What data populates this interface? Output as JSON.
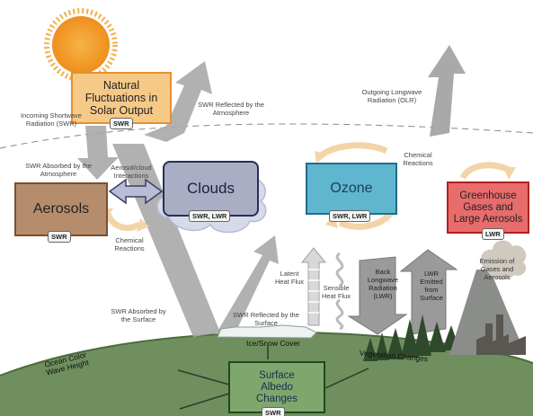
{
  "labels": {
    "natural_fluctuations": "Natural Fluctuations in Solar Output",
    "aerosols": "Aerosols",
    "clouds": "Clouds",
    "ozone": "Ozone",
    "greenhouse": "Greenhouse Gases and Large Aerosols",
    "surface_albedo": "Surface Albedo Changes",
    "incoming_swr": "Incoming Shortwave Radiation (SWR)",
    "swr_absorbed_atmosphere": "SWR Absorbed by the Atmosphere",
    "swr_reflected_atmosphere": "SWR Reflected by the Atmosphere",
    "aerosol_cloud": "Aerosol/cloud Interactions",
    "chemical_reactions_left": "Chemical Reactions",
    "chemical_reactions_right": "Chemical Reactions",
    "olr": "Outgoing Longwave Radiation (OLR)",
    "swr_absorbed_surface": "SWR Absorbed by the Surface",
    "swr_reflected_surface": "SWR Reflected by the Surface",
    "latent_heat": "Latent Heat Flux",
    "sensible_heat": "Sensible Heat Flux",
    "back_lwr": "Back Longwave Radiation (LWR)",
    "lwr_emitted": "LWR Emitted from Surface",
    "emission": "Emission of Gases and Aerosols",
    "ice_snow": "Ice/Snow Cover",
    "ocean_color": "Ocean Color Wave Height",
    "vegetation": "Vegetation Changes"
  },
  "tags": {
    "natural_fluctuations": "SWR",
    "aerosols": "SWR",
    "clouds": "SWR, LWR",
    "ozone": "SWR, LWR",
    "greenhouse": "LWR",
    "surface_albedo": "SWR"
  },
  "colors": {
    "solar_box": "#f7c987",
    "solar_border": "#e8902e",
    "aerosols_box": "#b58d6c",
    "aerosols_border": "#7a4f2b",
    "clouds_box": "#a9aec4",
    "clouds_border": "#2a2e58",
    "ozone_box": "#5eb6cf",
    "ozone_border": "#1f6d8a",
    "greenhouse_box": "#e86c6c",
    "greenhouse_border": "#b02020",
    "albedo_box": "#7fa76d",
    "albedo_border": "#1f4a18",
    "ground": "#6f8f5e",
    "arrow_gray": "#a9a9a9",
    "cycle_arrow": "#f3d4a8"
  },
  "icons": [
    "sun-icon",
    "cloud-shape-icon",
    "trees-icon",
    "factory-icon",
    "double-arrow-icon"
  ]
}
